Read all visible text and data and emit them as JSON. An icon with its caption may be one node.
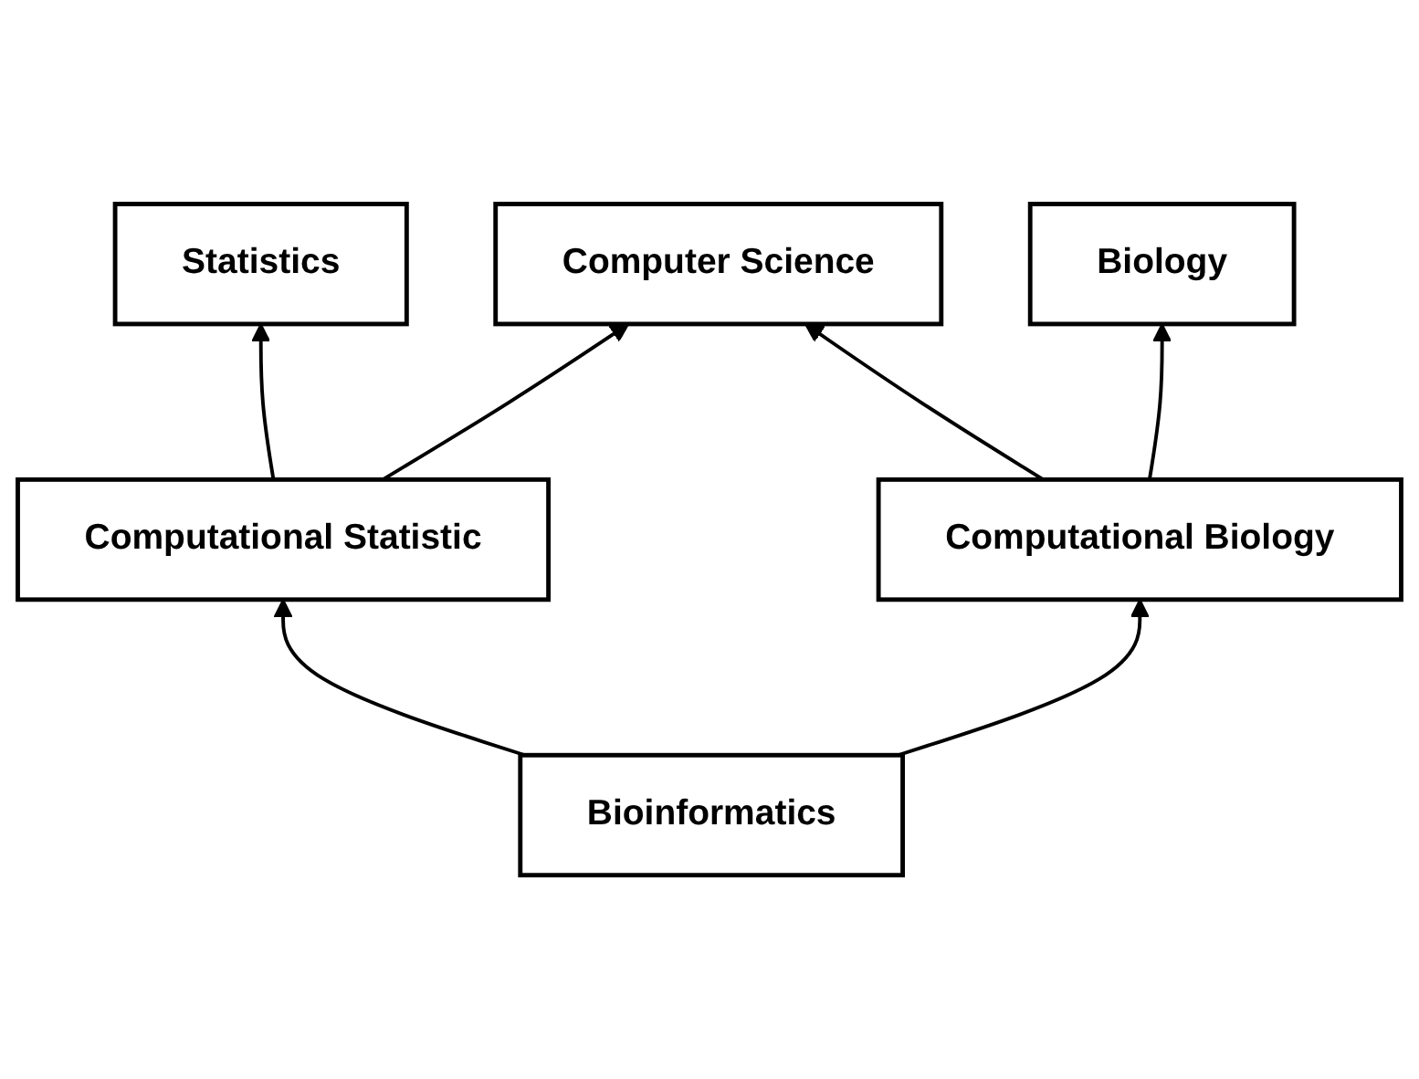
{
  "diagram": {
    "nodes": [
      {
        "text": [
          "Statistics"
        ]
      },
      {
        "text": [
          "Computer Science"
        ]
      },
      {
        "text": [
          "Biology"
        ]
      },
      {
        "text": [
          "Computational Statistic"
        ]
      },
      {
        "text": [
          "Computational Biology"
        ]
      },
      {
        "text": [
          "Bioinformatics"
        ]
      }
    ],
    "edges": [
      {
        "from": 3,
        "to": 0,
        "arrow": "to"
      },
      {
        "from": 3,
        "to": 1,
        "arrow": "to"
      },
      {
        "from": 4,
        "to": 1,
        "arrow": "to"
      },
      {
        "from": 4,
        "to": 2,
        "arrow": "to"
      },
      {
        "from": 5,
        "to": 3,
        "arrow": "to"
      },
      {
        "from": 5,
        "to": 4,
        "arrow": "to"
      }
    ]
  }
}
